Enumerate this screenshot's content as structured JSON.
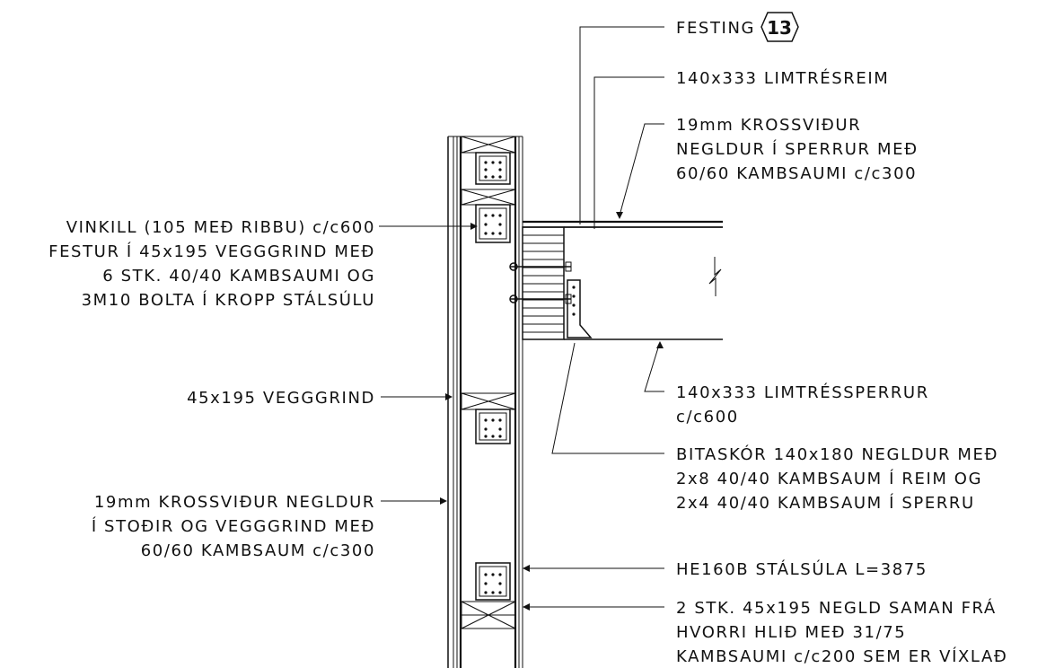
{
  "labels": {
    "festing": "FESTING",
    "festing_no": "13",
    "reim": "140x333 LIMTRÉSREIM",
    "krossvidur_roof_1": "19mm KROSSVIÐUR",
    "krossvidur_roof_2": "NEGLDUR Í SPERRUR MEÐ",
    "krossvidur_roof_3": "60/60 KAMBSAUMI c/c300",
    "vinkill_1": "VINKILL (105 MEÐ RIBBU) c/c600",
    "vinkill_2": "FESTUR Í 45x195 VEGGGRIND MEÐ",
    "vinkill_3": "6 STK. 40/40 KAMBSAUMI OG",
    "vinkill_4": "3M10 BOLTA Í KROPP STÁLSÚLU",
    "sperrur_1": "140x333 LIMTRÉSSPERRUR",
    "sperrur_2": "c/c600",
    "veggrind": "45x195 VEGGGRIND",
    "bitaskor_1": "BITASKÓR 140x180 NEGLDUR MEÐ",
    "bitaskor_2": "2x8 40/40 KAMBSAUM Í REIM OG",
    "bitaskor_3": "2x4 40/40 KAMBSAUM Í SPERRU",
    "krossvidur_wall_1": "19mm KROSSVIÐUR NEGLDUR",
    "krossvidur_wall_2": "Í STOÐIR OG VEGGGRIND MEÐ",
    "krossvidur_wall_3": "60/60 KAMBSAUM c/c300",
    "stalsula": "HE160B STÁLSÚLA L=3875",
    "saman_1": "2 STK. 45x195 NEGLD SAMAN FRÁ",
    "saman_2": "HVORRI HLIÐ MEÐ 31/75",
    "saman_3": "KAMBSAUMI c/c200 SEM ER VÍXLAÐ"
  }
}
